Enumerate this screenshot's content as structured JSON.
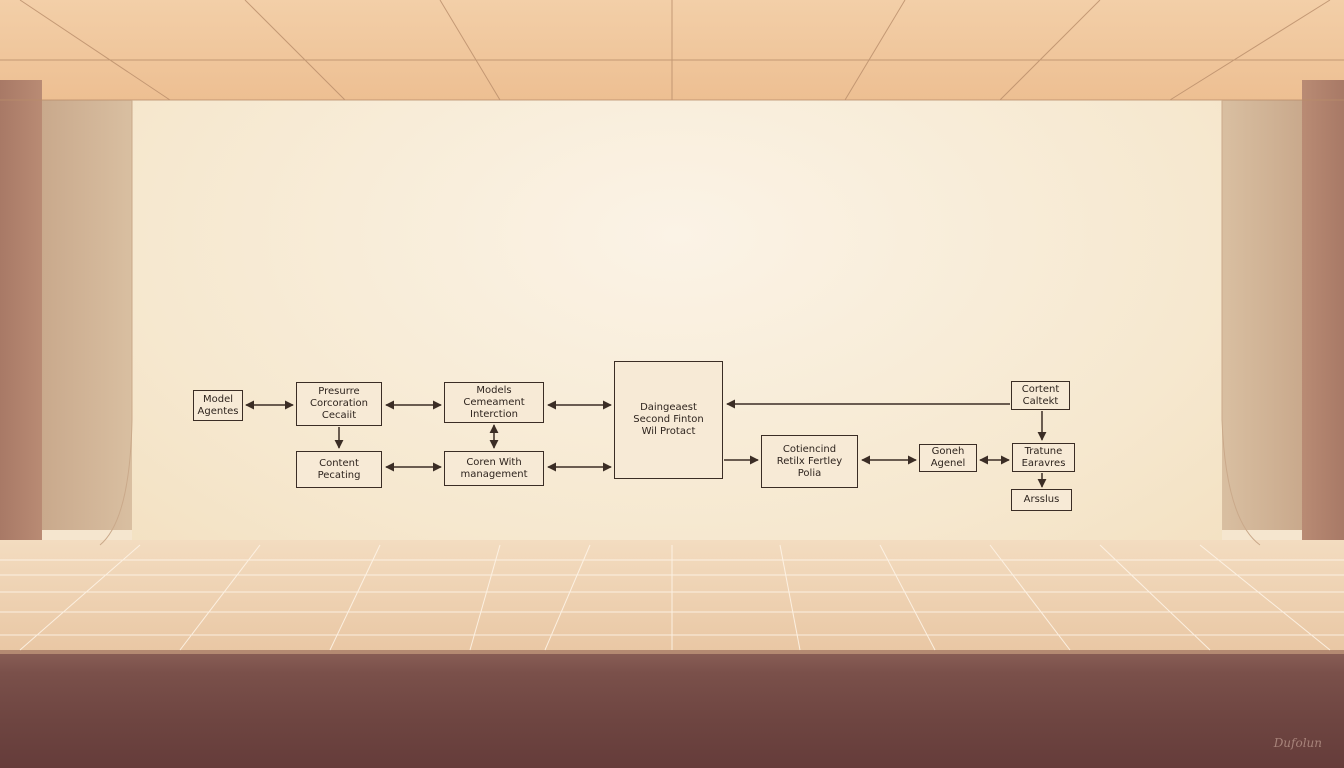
{
  "diagram": {
    "nodes": {
      "model_agents": "Model Agentes",
      "pressure": "Presurre Corcoration Cecaiit",
      "content_pecating": "Content Pecating",
      "models_cemeament": "Models Cemeament Interction",
      "coren_with": "Coren With management",
      "central": "Daingeaest Second Finton Wil Protact",
      "cotiencind": "Cotiencind Retilx Fertley Polia",
      "goneh": "Goneh Agenel",
      "cortent_caltekt": "Cortent Caltekt",
      "tratune": "Tratune Earavres",
      "arsslus": "Arsslus"
    }
  },
  "signature": "Dufolun",
  "colors": {
    "ink": "#3b2d25",
    "backdrop": "#f6e8cf",
    "stage": "#6e4541"
  }
}
